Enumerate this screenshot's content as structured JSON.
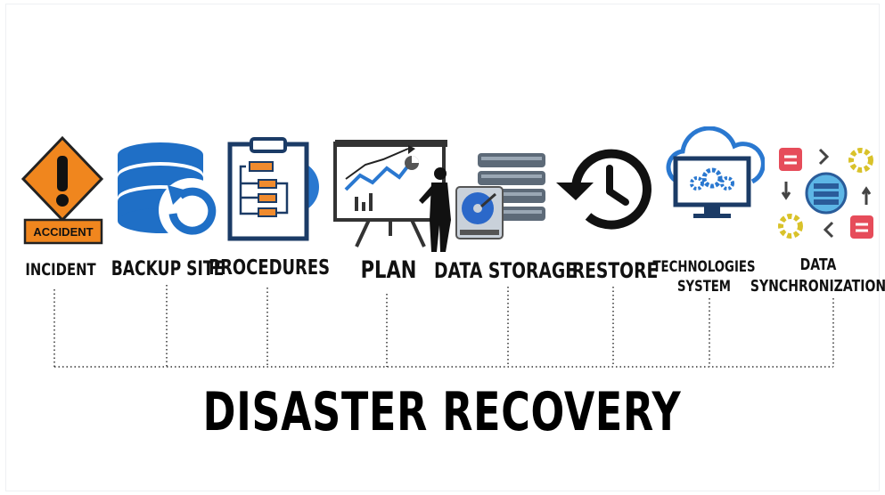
{
  "diagram": {
    "title": "DISASTER RECOVERY",
    "steps": [
      {
        "label": "INCIDENT",
        "icon": "accident-sign-icon",
        "badge_text": "ACCIDENT"
      },
      {
        "label": "BACKUP SITE",
        "icon": "database-backup-icon"
      },
      {
        "label": "PROCEDURES",
        "icon": "clipboard-flowchart-icon"
      },
      {
        "label": "PLAN",
        "icon": "presentation-board-icon"
      },
      {
        "label": "DATA STORAGE",
        "icon": "server-harddrive-icon"
      },
      {
        "label": "RESTORE",
        "icon": "history-clock-icon"
      },
      {
        "label_line1": "TECHNOLOGIES",
        "label_line2": "SYSTEM",
        "icon": "cloud-monitor-gears-icon"
      },
      {
        "label_line1": "DATA",
        "label_line2": "SYNCHRONIZATION",
        "icon": "sync-cycle-icon"
      }
    ],
    "colors": {
      "accident_orange": "#f0861e",
      "database_blue": "#1f6fc6",
      "line_black": "#222222",
      "sync_red": "#e64c5a",
      "sync_yellow": "#d9c22a"
    }
  }
}
